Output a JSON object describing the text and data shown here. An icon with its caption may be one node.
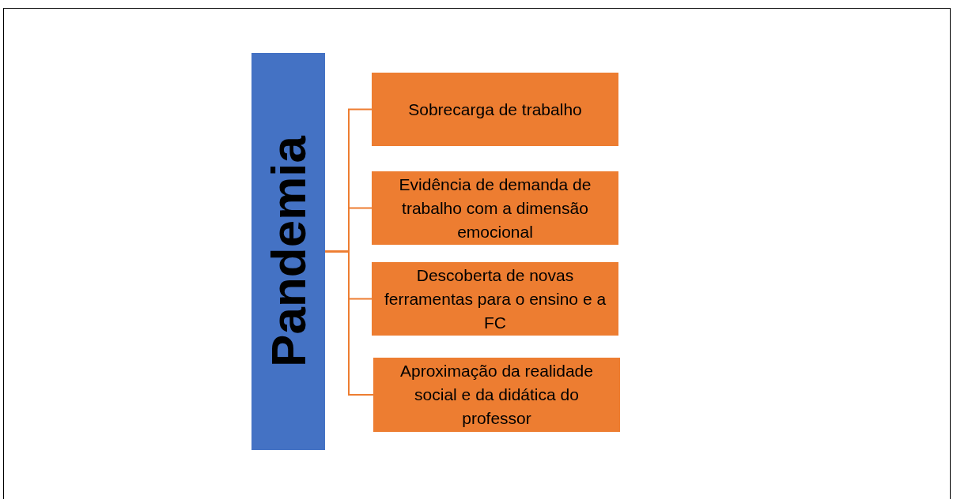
{
  "diagram": {
    "nodes": [
      {
        "text": [
          "Pandemia"
        ]
      },
      {
        "text": [
          "Sobrecarga de trabalho"
        ]
      },
      {
        "text": [
          "Evidência de demanda de trabalho com a dimensão emocional"
        ]
      },
      {
        "text": [
          "Descoberta de novas ferramentas para o ensino e a FC"
        ]
      },
      {
        "text": [
          "Aproximação da realidade social e da didática do professor"
        ]
      }
    ],
    "edges": [
      {
        "from": 0,
        "to": 1,
        "arrow": "none"
      },
      {
        "from": 0,
        "to": 2,
        "arrow": "none"
      },
      {
        "from": 0,
        "to": 3,
        "arrow": "none"
      },
      {
        "from": 0,
        "to": 4,
        "arrow": "none"
      }
    ]
  }
}
